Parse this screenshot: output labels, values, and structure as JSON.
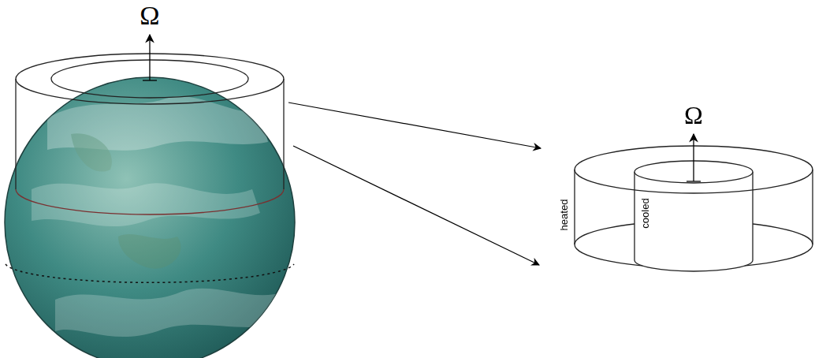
{
  "diagram": {
    "labels": [
      "Ω",
      "Ω",
      "heated",
      "cooled"
    ]
  }
}
